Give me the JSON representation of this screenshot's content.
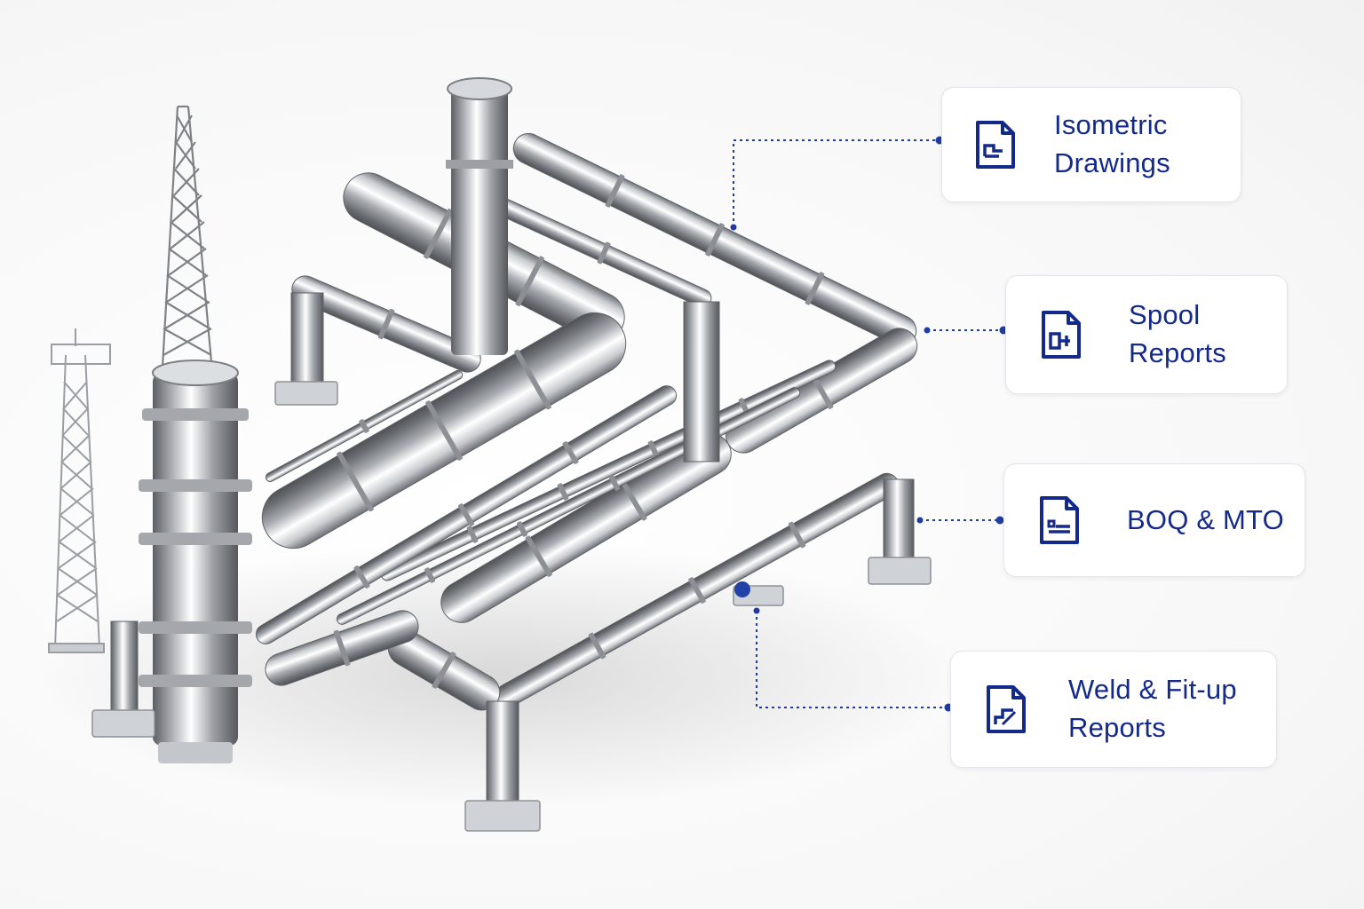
{
  "accent_color": "#142a8a",
  "connector_color": "#1f3c9e",
  "scene": {
    "subject": "piping-plant-illustration"
  },
  "cards": [
    {
      "id": "isometric",
      "icon": "document-isometric-icon",
      "lines": [
        "Isometric",
        "Drawings"
      ]
    },
    {
      "id": "spool",
      "icon": "document-spool-icon",
      "lines": [
        "Spool",
        "Reports"
      ]
    },
    {
      "id": "boq",
      "icon": "document-list-icon",
      "lines": [
        "BOQ & MTO"
      ]
    },
    {
      "id": "weld",
      "icon": "document-weld-icon",
      "lines": [
        "Weld & Fit-up",
        "Reports"
      ]
    }
  ]
}
